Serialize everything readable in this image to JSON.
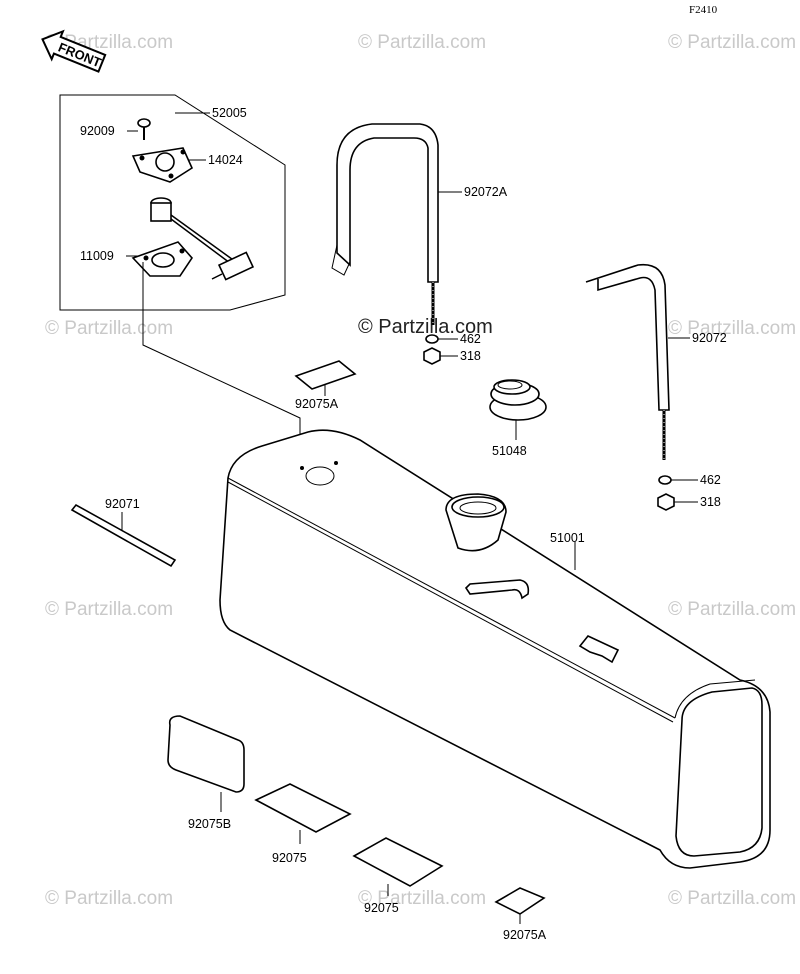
{
  "diagram_code": "F2410",
  "front_label": "FRONT",
  "watermark_text": "© Partzilla.com",
  "center_watermark_text": "© Partzilla.com",
  "labels": {
    "p52005": "52005",
    "p92009": "92009",
    "p14024": "14024",
    "p11009": "11009",
    "p92072A": "92072A",
    "p462a": "462",
    "p318a": "318",
    "p92075A_top": "92075A",
    "p51048": "51048",
    "p92072": "92072",
    "p462b": "462",
    "p318b": "318",
    "p92071": "92071",
    "p51001": "51001",
    "p92075B": "92075B",
    "p92075_a": "92075",
    "p92075_b": "92075",
    "p92075A_bottom": "92075A"
  }
}
